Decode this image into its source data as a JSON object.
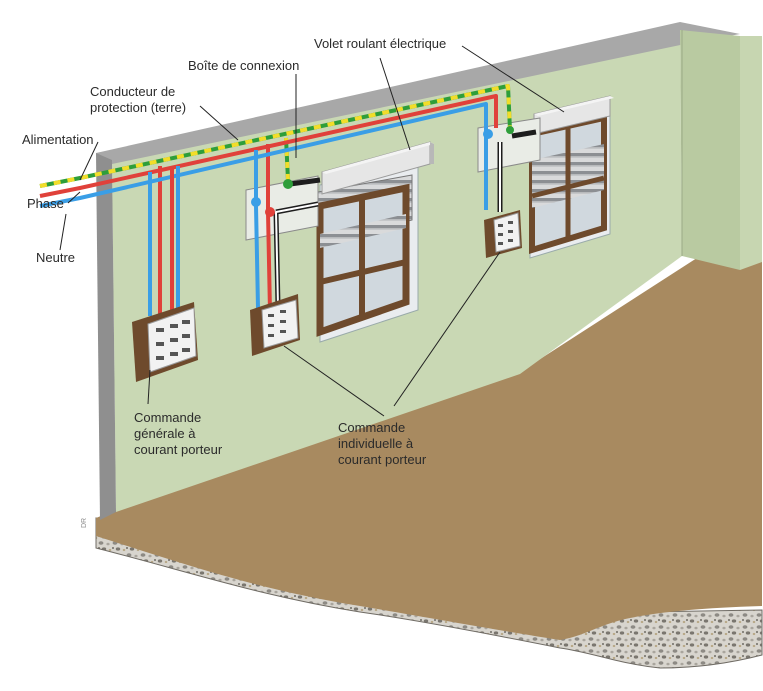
{
  "labels": {
    "alimentation": "Alimentation",
    "phase": "Phase",
    "neutre": "Neutre",
    "conducteur_line1": "Conducteur de",
    "conducteur_line2": "protection (terre)",
    "boite": "Boîte de connexion",
    "volet": "Volet roulant électrique",
    "cmd_generale_line1": "Commande",
    "cmd_generale_line2": "générale à",
    "cmd_generale_line3": "courant porteur",
    "cmd_indiv_line1": "Commande",
    "cmd_indiv_line2": "individuelle à",
    "cmd_indiv_line3": "courant porteur"
  },
  "credit": "DR",
  "colors": {
    "wall": "#c9d8b4",
    "wall_shade": "#b7c9a0",
    "floor": "#a88a60",
    "gravel": "#d6d3cc",
    "phase_wire": "#e0413a",
    "neutral_wire": "#3a9ee6",
    "earth_green": "#2e9e3a",
    "earth_yellow": "#f2dd2a",
    "wall_edge": "#8f8f8f",
    "shutter_box": "#e6e6e6",
    "frame_wood": "#6e4a2c"
  }
}
